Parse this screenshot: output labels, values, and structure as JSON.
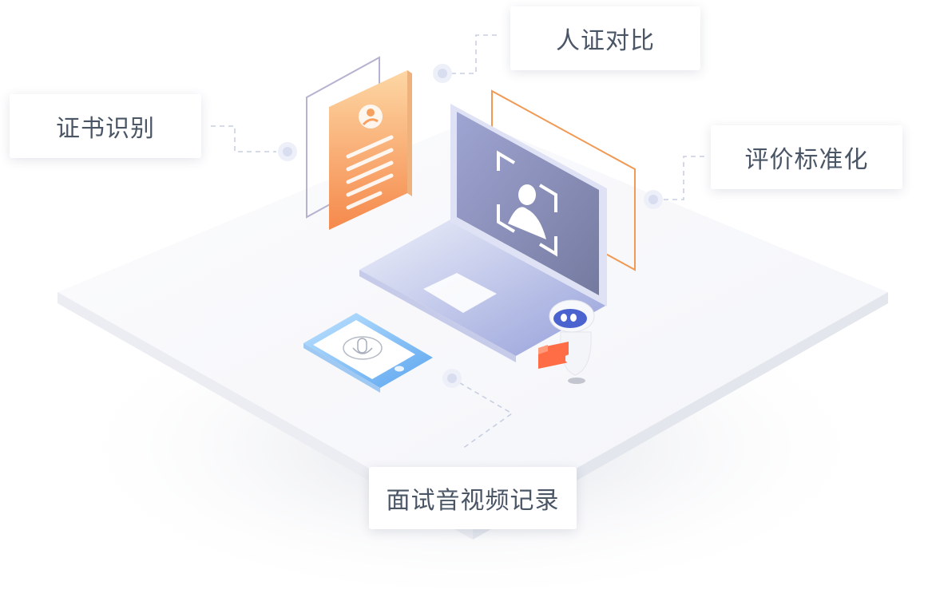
{
  "labels": {
    "face_compare": "人证对比",
    "certificate_recognition": "证书识别",
    "evaluation_standardization": "评价标准化",
    "interview_av_recording": "面试音视频记录"
  },
  "colors": {
    "platform_top": "#f8f9fc",
    "platform_side": "#eceef3",
    "connector": "#c9cfe2",
    "dot": "#dfe3f2",
    "laptop": "#9aa3d8",
    "screen": "#8b90b9",
    "document": "#f7a160",
    "document_frame": "#b5b3cf",
    "tablet": "#7fb8f0",
    "orange_frame": "#f09a55",
    "robot_box": "#ff6d47",
    "robot_eyes": "#4a63cf",
    "label_text": "#4a5566"
  },
  "icons": {
    "document": "user-profile-document-icon",
    "screen": "face-scan-icon",
    "tablet": "microphone-icon",
    "mascot": "robot-mascot-icon"
  }
}
